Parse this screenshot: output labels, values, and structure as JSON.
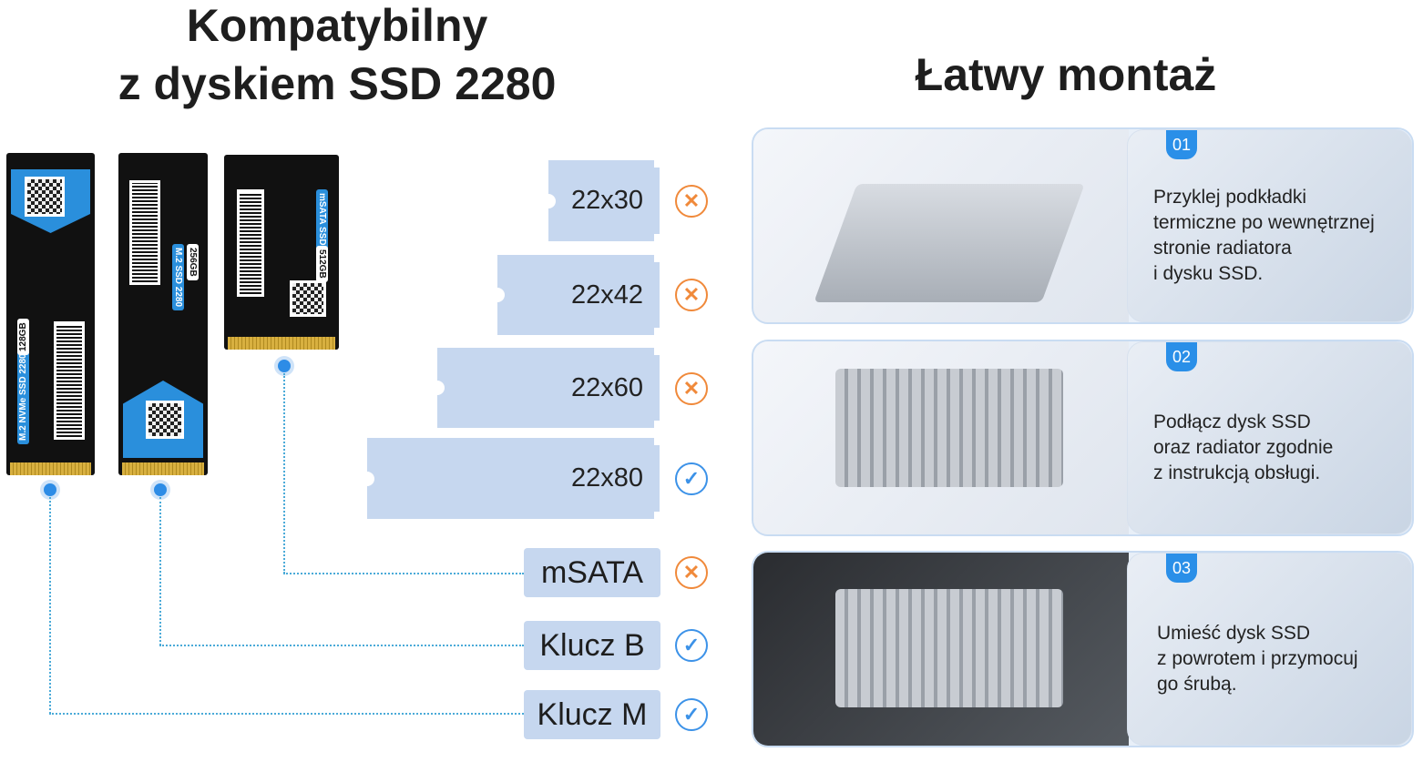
{
  "left_title": {
    "line1": "Kompatybilny",
    "line2": "z dyskiem SSD 2280"
  },
  "right_title": "Łatwy montaż",
  "ssds": [
    {
      "type_label": "M.2 NVMe SSD 2280",
      "capacity": "128GB"
    },
    {
      "type_label": "M.2 SSD 2280",
      "capacity": "256GB"
    },
    {
      "type_label": "mSATA SSD",
      "capacity": "512GB"
    }
  ],
  "sizes": [
    {
      "label": "22x30",
      "compatible": false
    },
    {
      "label": "22x42",
      "compatible": false
    },
    {
      "label": "22x60",
      "compatible": false
    },
    {
      "label": "22x80",
      "compatible": true
    }
  ],
  "keys": [
    {
      "label": "mSATA",
      "compatible": false
    },
    {
      "label": "Klucz B",
      "compatible": true
    },
    {
      "label": "Klucz M",
      "compatible": true
    }
  ],
  "colors": {
    "incompatible": "#f0893a",
    "compatible": "#3c92e8",
    "block": "#c6d7ef",
    "accent": "#2a8fe8"
  },
  "icons": {
    "incompatible": "x-circle-icon",
    "compatible": "check-circle-icon"
  },
  "steps": [
    {
      "number": "01",
      "lines": [
        "Przyklej podkładki",
        "termiczne po wewnętrznej",
        "stronie radiatora",
        "i dysku SSD."
      ]
    },
    {
      "number": "02",
      "lines": [
        "Podłącz dysk SSD",
        "oraz radiator zgodnie",
        "z instrukcją obsługi."
      ]
    },
    {
      "number": "03",
      "lines": [
        "Umieść dysk SSD",
        "z powrotem i przymocuj",
        "go śrubą."
      ]
    }
  ]
}
